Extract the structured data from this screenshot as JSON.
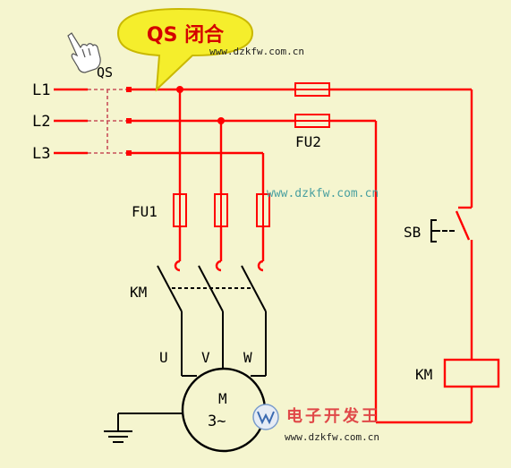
{
  "callout": {
    "text": "QS 闭合",
    "fill": "#f5ee2c"
  },
  "watermarks": {
    "top": "www.dzkfw.com.cn",
    "middle": "www.dzkfw.com.cn",
    "bottom": "www.dzkfw.com.cn",
    "logo_text": "电子开发王"
  },
  "labels": {
    "qs": "QS",
    "l1": "L1",
    "l2": "L2",
    "l3": "L3",
    "fu1": "FU1",
    "fu2": "FU2",
    "km_contacts": "KM",
    "km_coil": "KM",
    "sb": "SB",
    "u": "U",
    "v": "V",
    "w": "W",
    "motor_m": "M",
    "motor_3": "3~"
  },
  "colors": {
    "active": "#ff0000",
    "wire": "#000000",
    "background": "#f5f5cf",
    "callout_border": "#c9b800",
    "watermark": "#4aa0a0"
  },
  "icons": {
    "hand": "pointing-hand-icon",
    "logo": "dzkfw-logo-icon"
  }
}
